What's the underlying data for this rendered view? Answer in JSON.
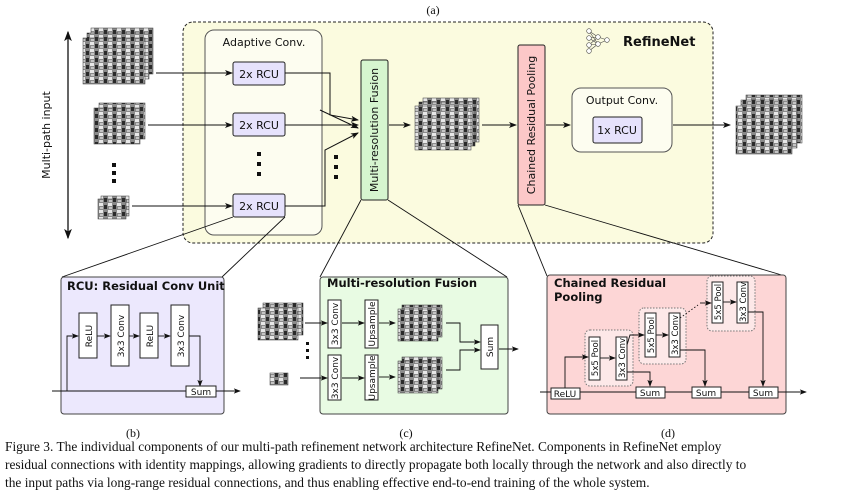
{
  "panel_labels": {
    "a": "(a)",
    "b": "(b)",
    "c": "(c)",
    "d": "(d)"
  },
  "overview": {
    "input_label": "Multi-path input",
    "adaptive_conv": "Adaptive Conv.",
    "rcu_block": "2x RCU",
    "fusion": "Multi-resolution Fusion",
    "crp": "Chained Residual Pooling",
    "output_conv": "Output Conv.",
    "output_rcu": "1x RCU",
    "brand": "RefineNet",
    "colors": {
      "rcu": "#e6e2fc",
      "fusion": "#d6f5cf",
      "crp": "#fcc8c8",
      "container": "#fbfbdf"
    }
  },
  "rcu_panel": {
    "title": "RCU: Residual Conv Unit",
    "relu": "ReLU",
    "conv": "3x3 Conv",
    "sum": "Sum"
  },
  "fusion_panel": {
    "title": "Multi-resolution Fusion",
    "conv": "3x3 Conv",
    "upsample": "Upsample",
    "sum": "Sum"
  },
  "crp_panel": {
    "title_line1": "Chained Residual",
    "title_line2": "Pooling",
    "relu": "ReLU",
    "pool": "5x5 Pool",
    "conv": "3x3 Conv",
    "sum": "Sum"
  },
  "caption": {
    "line1": "Figure 3. The individual components of our multi-path refinement network architecture RefineNet.  Components in RefineNet employ",
    "line2": "residual connections with identity mappings, allowing gradients to directly propagate both locally through the network and also directly to",
    "line3": "the input paths via long-range residual connections, and thus enabling effective end-to-end training of the whole system."
  }
}
